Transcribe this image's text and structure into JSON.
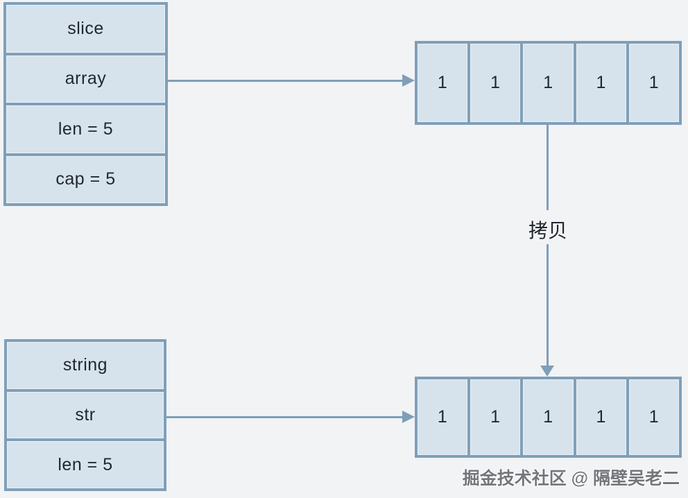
{
  "diagram": {
    "colors": {
      "background": "#f1f3f5",
      "box_fill": "#d6e3ed",
      "box_border": "#7f9fb8",
      "arrow": "#7f9fb8",
      "text": "#22272e",
      "watermark_text": "#73777c"
    },
    "slice_struct": {
      "rows": [
        "slice",
        "array",
        "len = 5",
        "cap = 5"
      ]
    },
    "string_struct": {
      "rows": [
        "string",
        "str",
        "len = 5"
      ]
    },
    "top_array": {
      "cells": [
        "1",
        "1",
        "1",
        "1",
        "1"
      ]
    },
    "bottom_array": {
      "cells": [
        "1",
        "1",
        "1",
        "1",
        "1"
      ]
    },
    "copy_label": "拷贝",
    "watermark": "掘金技术社区 @ 隔壁吴老二"
  }
}
